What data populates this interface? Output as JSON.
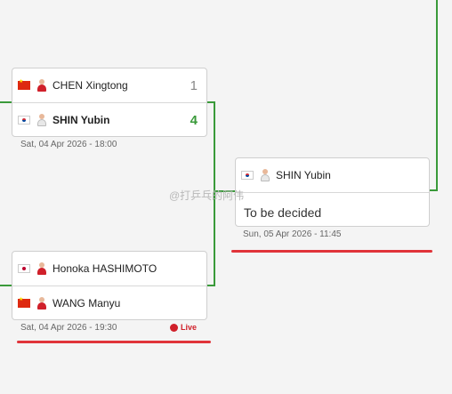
{
  "matches": [
    {
      "top": {
        "flag": "cn-flag-icon",
        "avatar": "player-avatar-icon",
        "name": "CHEN Xingtong",
        "score": "1"
      },
      "bottom": {
        "flag": "kr-flag-icon",
        "avatar": "player-avatar-icon",
        "name": "SHIN Yubin",
        "score": "4"
      },
      "date": "Sat, 04 Apr 2026 - 18:00"
    },
    {
      "top": {
        "flag": "jp-flag-icon",
        "avatar": "player-avatar-icon",
        "name": "Honoka HASHIMOTO"
      },
      "bottom": {
        "flag": "cn-flag-icon",
        "avatar": "player-avatar-icon",
        "name": "WANG Manyu"
      },
      "date": "Sat, 04 Apr 2026 - 19:30",
      "status": "Live"
    },
    {
      "top": {
        "flag": "kr-flag-icon",
        "avatar": "player-avatar-icon",
        "name": "SHIN Yubin"
      },
      "bottom_text": "To be decided",
      "date": "Sun, 05 Apr 2026 - 11:45"
    }
  ],
  "watermark": "@打乒乓的阿伟",
  "colors": {
    "winner": "#3a9a3a",
    "connector": "#3a9a3a",
    "live": "#d0202a",
    "highlight_bar": "#e0343a"
  }
}
